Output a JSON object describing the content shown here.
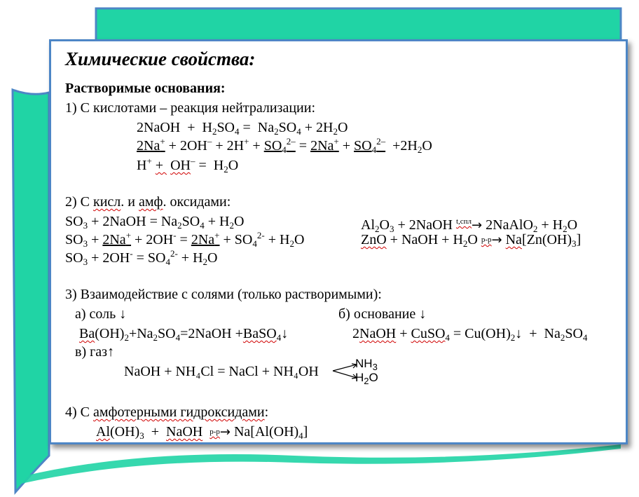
{
  "slide": {
    "title": "Химические свойства:",
    "colors": {
      "teal": "#20d4a5",
      "border": "#4d86c6"
    }
  },
  "sections": {
    "soluble_header": "Растворимые основания:",
    "s1": {
      "heading": "1) С кислотами – реакция нейтрализации:",
      "eq1": "2NaOH + H₂SO₄ = Na₂SO₄ + 2H₂O",
      "eq2": "2Na⁺ + 2OH⁻ + 2H⁺ + SO₄²⁻ = 2Na⁺ + SO₄²⁻ +2H₂O",
      "eq3": "H⁺ + OH⁻ = H₂O"
    },
    "s2": {
      "heading": "2) С кисл. и амф. оксидами:",
      "left1": "SO₃ + 2NaOH = Na₂SO₄ + H₂O",
      "left2": "SO₃ + 2Na⁺ + 2OH⁻ = 2Na⁺ + SO₄²⁻ + H₂O",
      "left3": "SO₃ + 2OH⁻ = SO₄²⁻ + H₂O",
      "right1": "Al₂O₃ + 2NaOH t,спл → 2NaAlO₂ + H₂O",
      "right2": "ZnO + NaOH + H₂O р-р → Na[Zn(OH)₃]",
      "cond_fusion": "t,спл",
      "cond_solution": "р-р"
    },
    "s3": {
      "heading": "3) Взаимодействие с солями (только растворимыми):",
      "a_label": "а) соль ↓",
      "b_label": "б) основание ↓",
      "eq_a": "Ba(OH)₂+Na₂SO₄=2NaOH +BaSO₄↓",
      "eq_b": "2NaOH + CuSO₄ = Cu(OH)₂↓ + Na₂SO₄",
      "c_label": "в) газ↑",
      "eq_c": "NaOH + NH₄Cl = NaCl + NH₄OH",
      "nh3": "NH₃",
      "h2o": "H₂O"
    },
    "s4": {
      "heading": "4) С амфотерными гидроксидами:",
      "eq": "Al(OH)₃ + NaOH р-р → Na[Al(OH)₄]",
      "cond": "р-р"
    }
  }
}
